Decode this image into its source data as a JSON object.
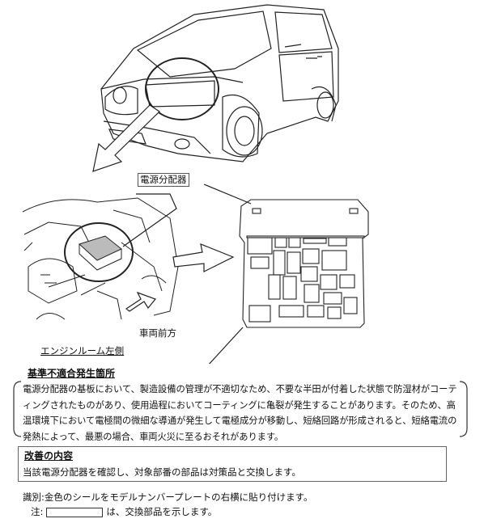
{
  "labels": {
    "distributor": "電源分配器",
    "vehicle_front": "車両前方",
    "engine_room_left": "エンジンルーム左側"
  },
  "defect": {
    "heading": "基準不適合発生箇所",
    "body": "電源分配器の基板において、製造設備の管理が不適切なため、不要な半田が付着した状態で防湿材がコーティングされたものがあり、使用過程においてコーティングに亀裂が発生することがあります。そのため、高温環境下において電極間の微細な導通が発生して電極成分が移動し、短絡回路が形成されると、短絡電流の発熱によって、最悪の場合、車両火災に至るおそれがあります。"
  },
  "remedy": {
    "heading": "改善の内容",
    "body": "当該電源分配器を確認し、対象部番の部品は対策品と交換します。"
  },
  "identification": {
    "line": "識別:金色のシールをモデルナンバープレートの右横に貼り付けます。",
    "note_prefix": "注:",
    "note_suffix": "は、交換部品を示します。"
  }
}
